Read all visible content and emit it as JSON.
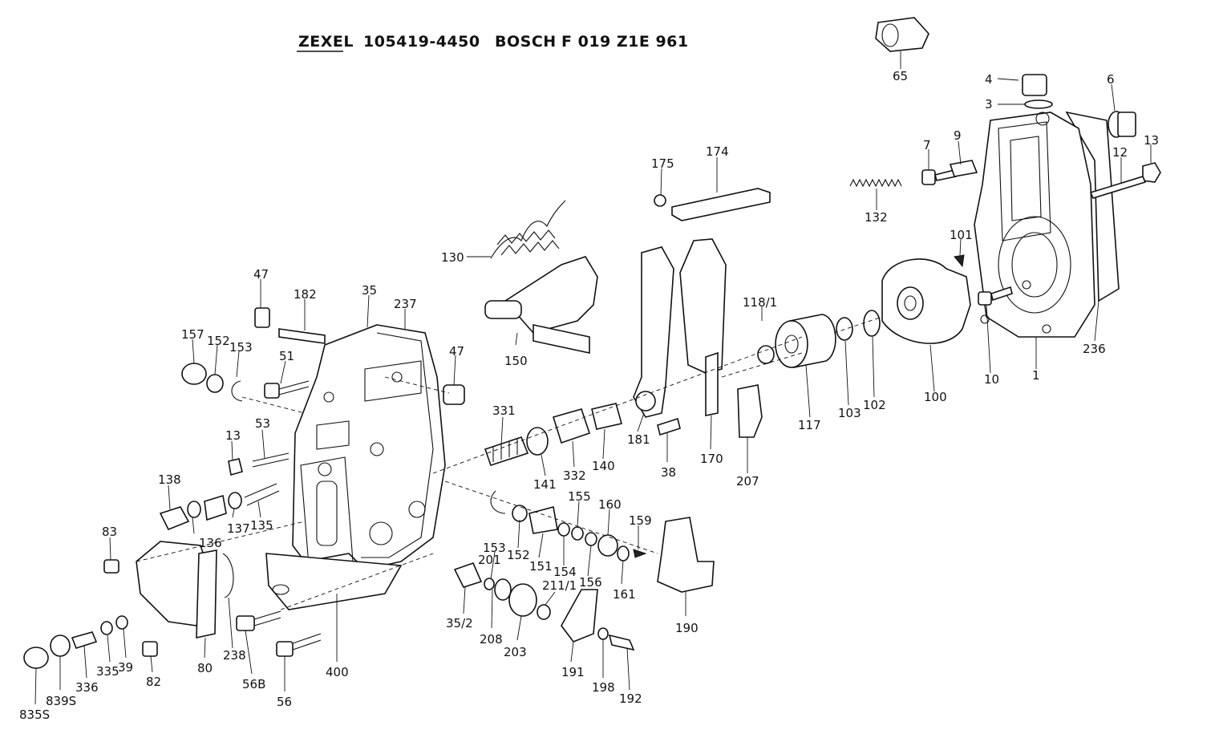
{
  "header": {
    "brand1": "ZEXEL",
    "part1": "105419-4450",
    "brand2": "BOSCH",
    "part2": "F 019 Z1E 961"
  },
  "callouts": [
    {
      "id": "c65",
      "text": "65"
    },
    {
      "id": "c4",
      "text": "4"
    },
    {
      "id": "c3",
      "text": "3"
    },
    {
      "id": "c6",
      "text": "6"
    },
    {
      "id": "c7",
      "text": "7"
    },
    {
      "id": "c9",
      "text": "9"
    },
    {
      "id": "c12",
      "text": "12"
    },
    {
      "id": "c13a",
      "text": "13"
    },
    {
      "id": "c132",
      "text": "132"
    },
    {
      "id": "c175",
      "text": "175"
    },
    {
      "id": "c174",
      "text": "174"
    },
    {
      "id": "c101",
      "text": "101"
    },
    {
      "id": "c130",
      "text": "130"
    },
    {
      "id": "c118",
      "text": "118/1"
    },
    {
      "id": "c47a",
      "text": "47"
    },
    {
      "id": "c182",
      "text": "182"
    },
    {
      "id": "c35",
      "text": "35"
    },
    {
      "id": "c237",
      "text": "237"
    },
    {
      "id": "c157",
      "text": "157"
    },
    {
      "id": "c152a",
      "text": "152"
    },
    {
      "id": "c153a",
      "text": "153"
    },
    {
      "id": "c51",
      "text": "51"
    },
    {
      "id": "c47b",
      "text": "47"
    },
    {
      "id": "c150",
      "text": "150"
    },
    {
      "id": "c236",
      "text": "236"
    },
    {
      "id": "c10",
      "text": "10"
    },
    {
      "id": "c1",
      "text": "1"
    },
    {
      "id": "c100",
      "text": "100"
    },
    {
      "id": "c103",
      "text": "103"
    },
    {
      "id": "c102",
      "text": "102"
    },
    {
      "id": "c117",
      "text": "117"
    },
    {
      "id": "c181",
      "text": "181"
    },
    {
      "id": "c170",
      "text": "170"
    },
    {
      "id": "c207",
      "text": "207"
    },
    {
      "id": "c38",
      "text": "38"
    },
    {
      "id": "c331",
      "text": "331"
    },
    {
      "id": "c141",
      "text": "141"
    },
    {
      "id": "c332",
      "text": "332"
    },
    {
      "id": "c140",
      "text": "140"
    },
    {
      "id": "c13b",
      "text": "13"
    },
    {
      "id": "c53",
      "text": "53"
    },
    {
      "id": "c138",
      "text": "138"
    },
    {
      "id": "c136",
      "text": "136"
    },
    {
      "id": "c137",
      "text": "137"
    },
    {
      "id": "c135",
      "text": "135"
    },
    {
      "id": "c83",
      "text": "83"
    },
    {
      "id": "c155",
      "text": "155"
    },
    {
      "id": "c160",
      "text": "160"
    },
    {
      "id": "c159",
      "text": "159"
    },
    {
      "id": "c153b",
      "text": "153"
    },
    {
      "id": "c201",
      "text": "201"
    },
    {
      "id": "c152b",
      "text": "152"
    },
    {
      "id": "c151",
      "text": "151"
    },
    {
      "id": "c154",
      "text": "154"
    },
    {
      "id": "c156",
      "text": "156"
    },
    {
      "id": "c161",
      "text": "161"
    },
    {
      "id": "c190",
      "text": "190"
    },
    {
      "id": "c211",
      "text": "211/1"
    },
    {
      "id": "c352",
      "text": "35/2"
    },
    {
      "id": "c208",
      "text": "208"
    },
    {
      "id": "c203",
      "text": "203"
    },
    {
      "id": "c191",
      "text": "191"
    },
    {
      "id": "c198",
      "text": "198"
    },
    {
      "id": "c192",
      "text": "192"
    },
    {
      "id": "c80",
      "text": "80"
    },
    {
      "id": "c238",
      "text": "238"
    },
    {
      "id": "c56b",
      "text": "56B"
    },
    {
      "id": "c56",
      "text": "56"
    },
    {
      "id": "c400",
      "text": "400"
    },
    {
      "id": "c335",
      "text": "335"
    },
    {
      "id": "c39",
      "text": "39"
    },
    {
      "id": "c82",
      "text": "82"
    },
    {
      "id": "c336",
      "text": "336"
    },
    {
      "id": "c839",
      "text": "839S"
    },
    {
      "id": "c835",
      "text": "835S"
    }
  ]
}
